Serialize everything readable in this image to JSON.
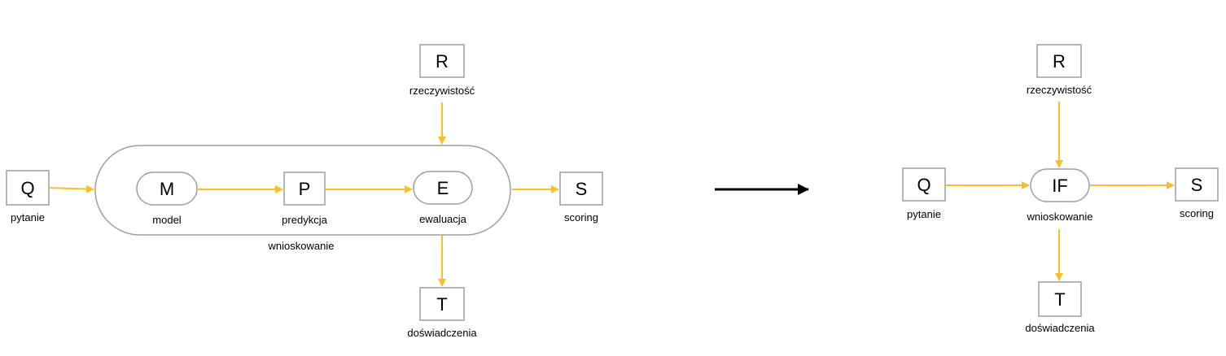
{
  "colors": {
    "arrow": "#F6C02D",
    "box_stroke": "#9E9E9E",
    "main_arrow": "#000000",
    "text": "#000000"
  },
  "left_diagram": {
    "question": {
      "letter": "Q",
      "caption": "pytanie"
    },
    "model": {
      "letter": "M",
      "caption": "model"
    },
    "prediction": {
      "letter": "P",
      "caption": "predykcja"
    },
    "evaluation": {
      "letter": "E",
      "caption": "ewaluacja"
    },
    "reality": {
      "letter": "R",
      "caption": "rzeczywistość"
    },
    "scoring": {
      "letter": "S",
      "caption": "scoring"
    },
    "experience": {
      "letter": "T",
      "caption": "doświadczenia"
    },
    "group_caption": "wnioskowanie"
  },
  "right_diagram": {
    "question": {
      "letter": "Q",
      "caption": "pytanie"
    },
    "inference": {
      "letter": "IF",
      "caption": "wnioskowanie"
    },
    "reality": {
      "letter": "R",
      "caption": "rzeczywistość"
    },
    "scoring": {
      "letter": "S",
      "caption": "scoring"
    },
    "experience": {
      "letter": "T",
      "caption": "doświadczenia"
    }
  }
}
